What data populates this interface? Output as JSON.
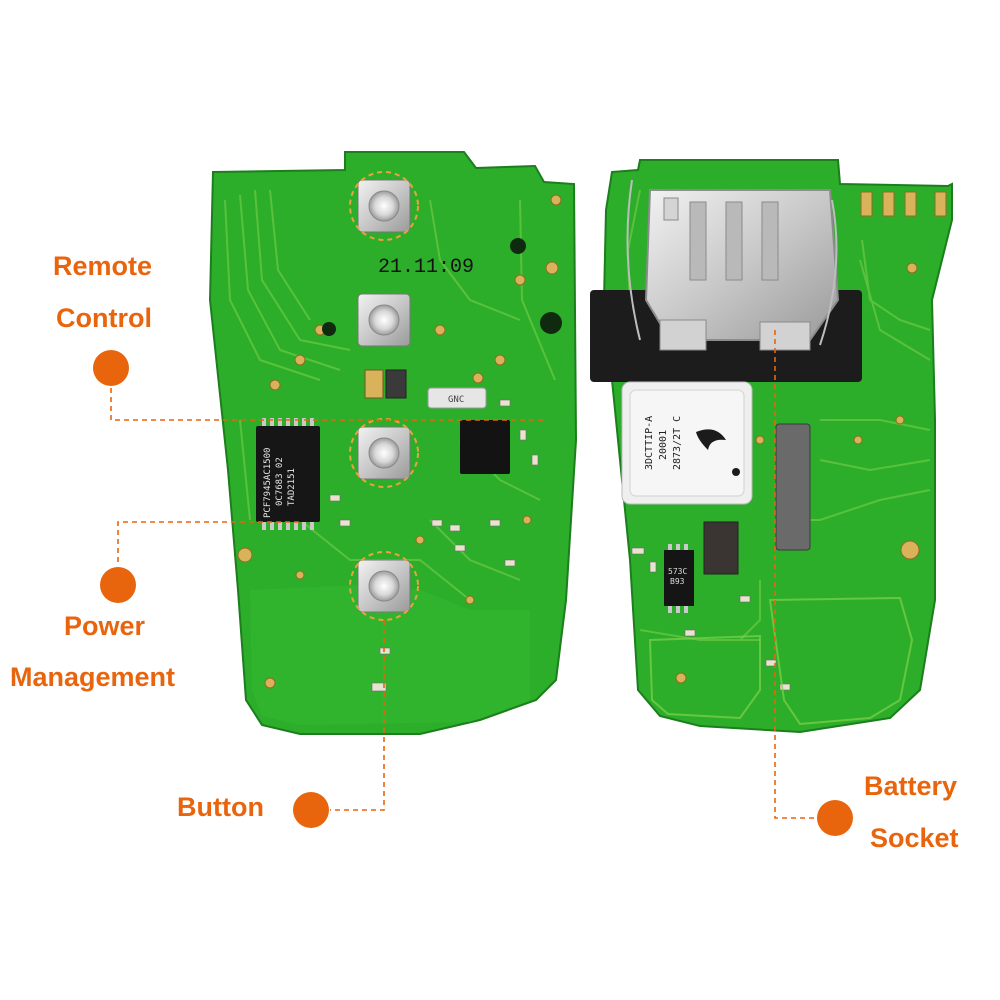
{
  "colors": {
    "accent": "#e8650d",
    "board": "#2cae2a",
    "board_dark": "#1f8f22",
    "gold": "#d9b25a",
    "background": "#ffffff"
  },
  "labels": {
    "remote_control": [
      "Remote",
      "Control"
    ],
    "power_management": [
      "Power",
      "Management"
    ],
    "button": "Button",
    "battery_socket": [
      "Battery",
      "Socket"
    ]
  },
  "pcb_markings": {
    "date_code": "21.11:09",
    "main_chip": [
      "PCF7945AC1500",
      "0C7683  02",
      "TAD2151"
    ],
    "module": [
      "3DCTTIP-A",
      "20001",
      "2873/2T C"
    ],
    "small_ic": [
      "573C",
      "B93"
    ],
    "crystal": "GNC"
  },
  "icons": {
    "label_marker": "orange-dot-icon",
    "connector": "dashed-leader-line"
  }
}
